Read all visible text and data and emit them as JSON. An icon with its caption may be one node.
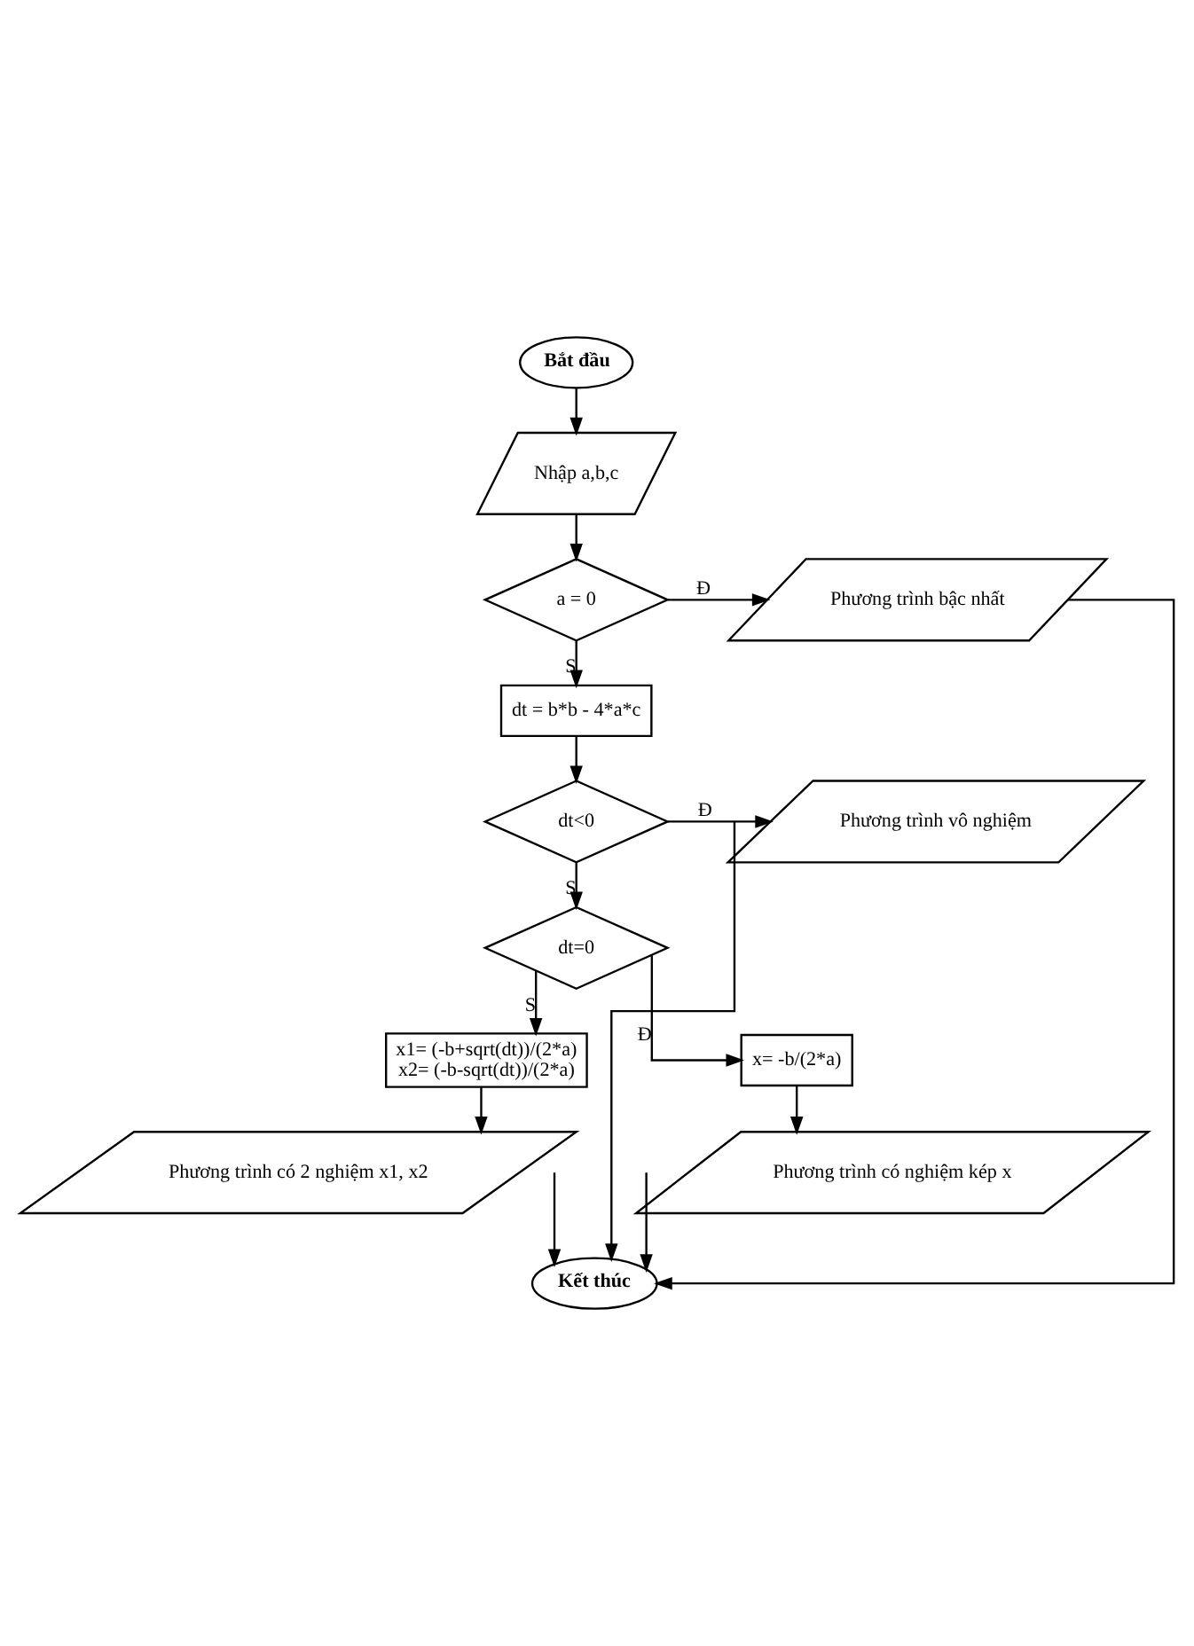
{
  "diagram": {
    "nodes": [
      {
        "text": [
          "Bắt đầu"
        ]
      },
      {
        "text": [
          "Nhập a,b,c"
        ]
      },
      {
        "text": [
          "a = 0"
        ]
      },
      {
        "text": [
          "Phương trình bậc nhất"
        ]
      },
      {
        "text": [
          "dt = b*b - 4*a*c"
        ]
      },
      {
        "text": [
          "dt<0"
        ]
      },
      {
        "text": [
          "Phương trình vô nghiệm"
        ]
      },
      {
        "text": [
          "dt=0"
        ]
      },
      {
        "text": [
          "x1= (-b+sqrt(dt))/(2*a)",
          "x2= (-b-sqrt(dt))/(2*a)"
        ]
      },
      {
        "text": [
          "x= -b/(2*a)"
        ]
      },
      {
        "text": [
          "Phương trình có 2 nghiệm x1, x2"
        ]
      },
      {
        "text": [
          "Phương trình có nghiệm kép x"
        ]
      },
      {
        "text": [
          "Kết thúc"
        ]
      }
    ],
    "edges": [
      {
        "from": 0,
        "to": 1,
        "arrow": "to"
      },
      {
        "from": 1,
        "to": 2,
        "arrow": "to"
      },
      {
        "from": 2,
        "to": 3,
        "arrow": "to",
        "label": "Đ"
      },
      {
        "from": 2,
        "to": 4,
        "arrow": "to",
        "label": "S"
      },
      {
        "from": 4,
        "to": 5,
        "arrow": "to"
      },
      {
        "from": 5,
        "to": 6,
        "arrow": "to",
        "label": "Đ"
      },
      {
        "from": 5,
        "to": 7,
        "arrow": "to",
        "label": "S"
      },
      {
        "from": 7,
        "to": 8,
        "arrow": "to",
        "label": "S"
      },
      {
        "from": 7,
        "to": 9,
        "arrow": "to",
        "label": "Đ"
      },
      {
        "from": 8,
        "to": 10,
        "arrow": "to"
      },
      {
        "from": 9,
        "to": 11,
        "arrow": "to"
      },
      {
        "from": 10,
        "to": 12,
        "arrow": "to"
      },
      {
        "from": 11,
        "to": 12,
        "arrow": "to"
      },
      {
        "from": 3,
        "to": 12,
        "arrow": "to"
      },
      {
        "from": 6,
        "to": 12,
        "arrow": "to"
      }
    ]
  }
}
